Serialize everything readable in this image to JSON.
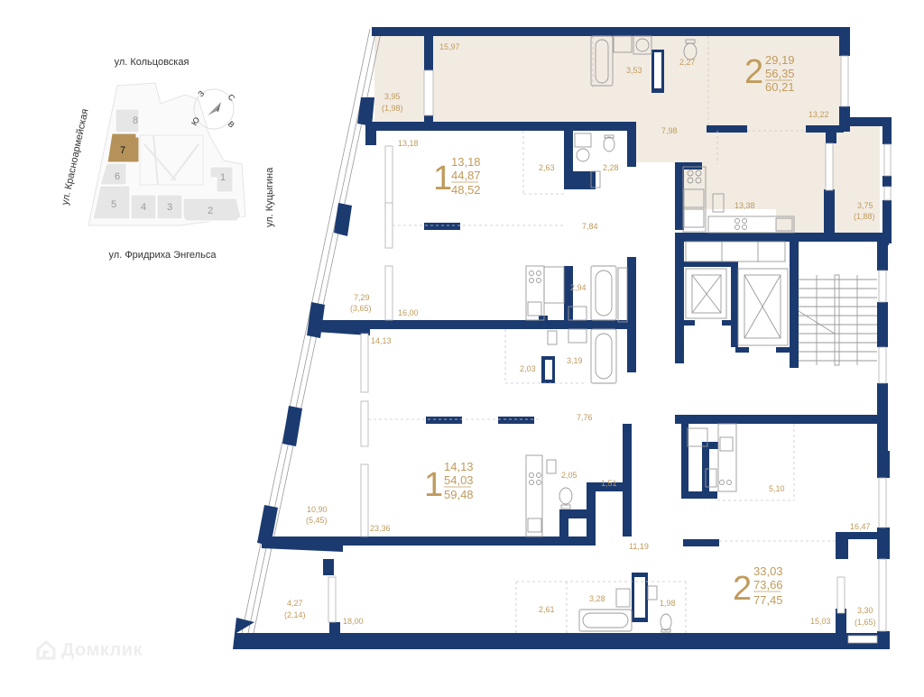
{
  "colors": {
    "wall": "#1b3a70",
    "apartment_fill_highlight": "#f2ebe2",
    "room_fill": "#ffffff",
    "area_text": "#c09b5c",
    "selected_building": "#b5925a",
    "building": "#e6e6e6",
    "fixture_line": "#9a9a9a"
  },
  "site_plan": {
    "streets": {
      "north": "ул. Кольцовская",
      "west": "ул. Красноармейская",
      "east": "ул. Куцыгина",
      "south": "ул. Фридриха Энгельса"
    },
    "buildings": [
      "1",
      "2",
      "3",
      "4",
      "5",
      "6",
      "7",
      "8"
    ],
    "selected_building": "7",
    "compass": {
      "north": "С",
      "south": "Ю",
      "west": "З",
      "east": "В"
    }
  },
  "apartments": [
    {
      "id": "apt-2-top",
      "rooms": "2",
      "living_area": "29,19",
      "total_area": "56,35",
      "total_with_balcony": "60,21",
      "highlighted": true,
      "room_areas": [
        "15,97",
        "3,95",
        "(1,98)",
        "3,53",
        "2,27",
        "7,98",
        "13,22",
        "13,38",
        "3,75",
        "(1,88)"
      ]
    },
    {
      "id": "apt-1-upper",
      "rooms": "1",
      "living_area": "13,18",
      "total_area": "44,87",
      "total_with_balcony": "48,52",
      "highlighted": false,
      "room_areas": [
        "13,18",
        "2,63",
        "2,28",
        "7,84",
        "2,94",
        "16,00",
        "7,29",
        "(3,65)"
      ]
    },
    {
      "id": "apt-1-lower",
      "rooms": "1",
      "living_area": "14,13",
      "total_area": "54,03",
      "total_with_balcony": "59,48",
      "highlighted": false,
      "room_areas": [
        "14,13",
        "2,03",
        "3,19",
        "7,76",
        "2,05",
        "1,51",
        "23,36",
        "10,90",
        "(5,45)"
      ]
    },
    {
      "id": "apt-2-bottom",
      "rooms": "2",
      "living_area": "33,03",
      "total_area": "73,66",
      "total_with_balcony": "77,45",
      "highlighted": false,
      "room_areas": [
        "5,10",
        "16,47",
        "11,19",
        "2,61",
        "3,28",
        "1,98",
        "15,03",
        "3,30",
        "(1,65)",
        "18,00",
        "4,27",
        "(2,14)"
      ]
    }
  ],
  "labels": {
    "a1": {
      "r1": "15,97",
      "r2": "3,95",
      "r2b": "(1,98)",
      "r3": "3,53",
      "r4": "2,27",
      "r5": "7,98",
      "r6": "13,22",
      "r7": "13,38",
      "r8": "3,75",
      "r8b": "(1,88)",
      "rooms": "2",
      "living": "29,19",
      "total": "56,35",
      "full": "60,21"
    },
    "a2": {
      "r1": "13,18",
      "r2": "2,63",
      "r3": "2,28",
      "r4": "7,84",
      "r5": "2,94",
      "r6": "16,00",
      "r7": "7,29",
      "r7b": "(3,65)",
      "rooms": "1",
      "living": "13,18",
      "total": "44,87",
      "full": "48,52"
    },
    "a3": {
      "r1": "14,13",
      "r2": "2,03",
      "r3": "3,19",
      "r4": "7,76",
      "r5": "2,05",
      "r6": "1,51",
      "r7": "23,36",
      "r8": "10,90",
      "r8b": "(5,45)",
      "rooms": "1",
      "living": "14,13",
      "total": "54,03",
      "full": "59,48"
    },
    "a4": {
      "r1": "5,10",
      "r2": "16,47",
      "r3": "11,19",
      "r4": "2,61",
      "r5": "3,28",
      "r6": "1,98",
      "r7": "15,03",
      "r8": "3,30",
      "r8b": "(1,65)",
      "r9": "18,00",
      "r10": "4,27",
      "r10b": "(2,14)",
      "rooms": "2",
      "living": "33,03",
      "total": "73,66",
      "full": "77,45"
    }
  },
  "watermark": {
    "text": "Домклик",
    "icon": "domclick-house-icon"
  }
}
